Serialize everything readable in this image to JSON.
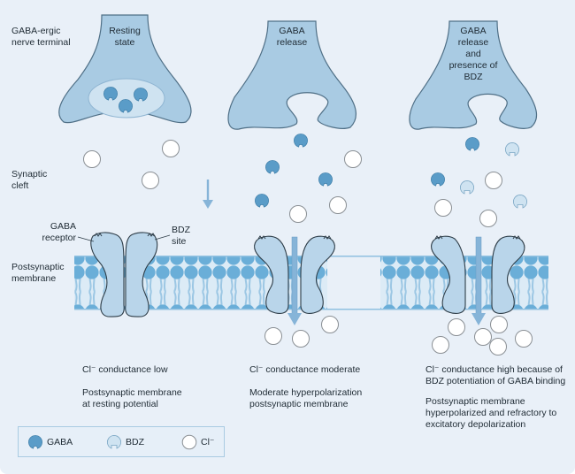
{
  "side_labels": {
    "nerve_terminal": [
      "GABA-ergic",
      "nerve terminal"
    ],
    "synaptic_cleft": [
      "Synaptic",
      "cleft"
    ],
    "postsynaptic_membrane": [
      "Postsynaptic",
      "membrane"
    ],
    "gaba_receptor": [
      "GABA",
      "receptor"
    ],
    "bdz_site": [
      "BDZ",
      "site"
    ]
  },
  "panels": [
    {
      "id": "resting",
      "title_lines": [
        "Resting",
        "state"
      ],
      "conductance": "Cl⁻ conductance low",
      "membrane_state_lines": [
        "Postsynaptic membrane",
        "at resting potential"
      ]
    },
    {
      "id": "gaba-release",
      "title_lines": [
        "GABA",
        "release"
      ],
      "conductance": "Cl⁻ conductance moderate",
      "membrane_state_lines": [
        "Moderate hyperpolarization",
        "postsynaptic membrane"
      ]
    },
    {
      "id": "gaba-bdz",
      "title_lines": [
        "GABA",
        "release",
        "and",
        "presence of",
        "BDZ"
      ],
      "conductance_lines": [
        "Cl⁻ conductance high because of",
        "BDZ potentiation of GABA binding"
      ],
      "membrane_state_lines": [
        "Postsynaptic membrane",
        "hyperpolarized and refractory to",
        "excitatory depolarization"
      ]
    }
  ],
  "legend": {
    "items": [
      {
        "symbol": "gaba-molecule-icon",
        "label": "GABA"
      },
      {
        "symbol": "bdz-molecule-icon",
        "label": "BDZ"
      },
      {
        "symbol": "chloride-ion-icon",
        "label": "Cl⁻"
      }
    ]
  },
  "colors": {
    "background": "#e9f0f8",
    "terminal_fill": "#a9cbe3",
    "gaba": "#5a9cc8",
    "bdz": "#cfe3f1",
    "chloride": "#ffffff",
    "membrane_head": "#6aaed8",
    "receptor": "#b9d5ea",
    "arrow": "#86b4d8"
  }
}
